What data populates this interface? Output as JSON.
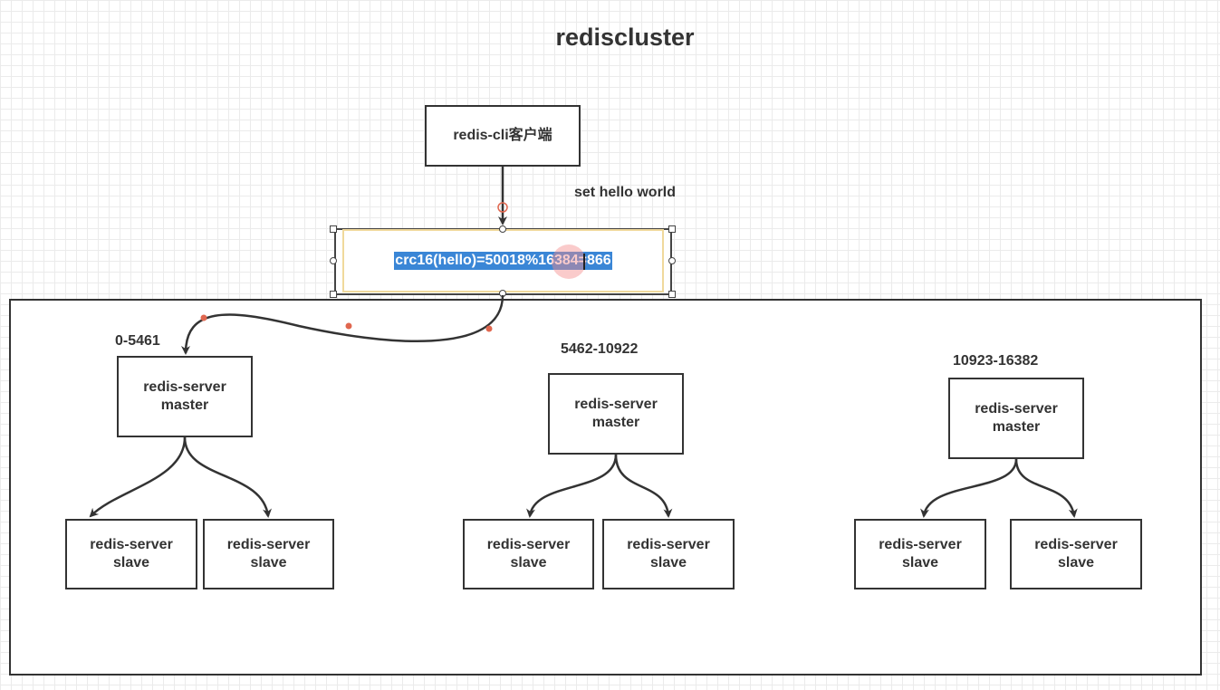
{
  "title": "rediscluster",
  "client": {
    "label": "redis-cli客户端"
  },
  "command": "set hello world",
  "hash_formula": "crc16(hello)=50018%16384=866",
  "shards": [
    {
      "range": "0-5461",
      "master": {
        "line1": "redis-server",
        "line2": "master"
      },
      "slaves": [
        {
          "line1": "redis-server",
          "line2": "slave"
        },
        {
          "line1": "redis-server",
          "line2": "slave"
        }
      ]
    },
    {
      "range": "5462-10922",
      "master": {
        "line1": "redis-server",
        "line2": "master"
      },
      "slaves": [
        {
          "line1": "redis-server",
          "line2": "slave"
        },
        {
          "line1": "redis-server",
          "line2": "slave"
        }
      ]
    },
    {
      "range": "10923-16382",
      "master": {
        "line1": "redis-server",
        "line2": "master"
      },
      "slaves": [
        {
          "line1": "redis-server",
          "line2": "slave"
        },
        {
          "line1": "redis-server",
          "line2": "slave"
        }
      ]
    }
  ]
}
